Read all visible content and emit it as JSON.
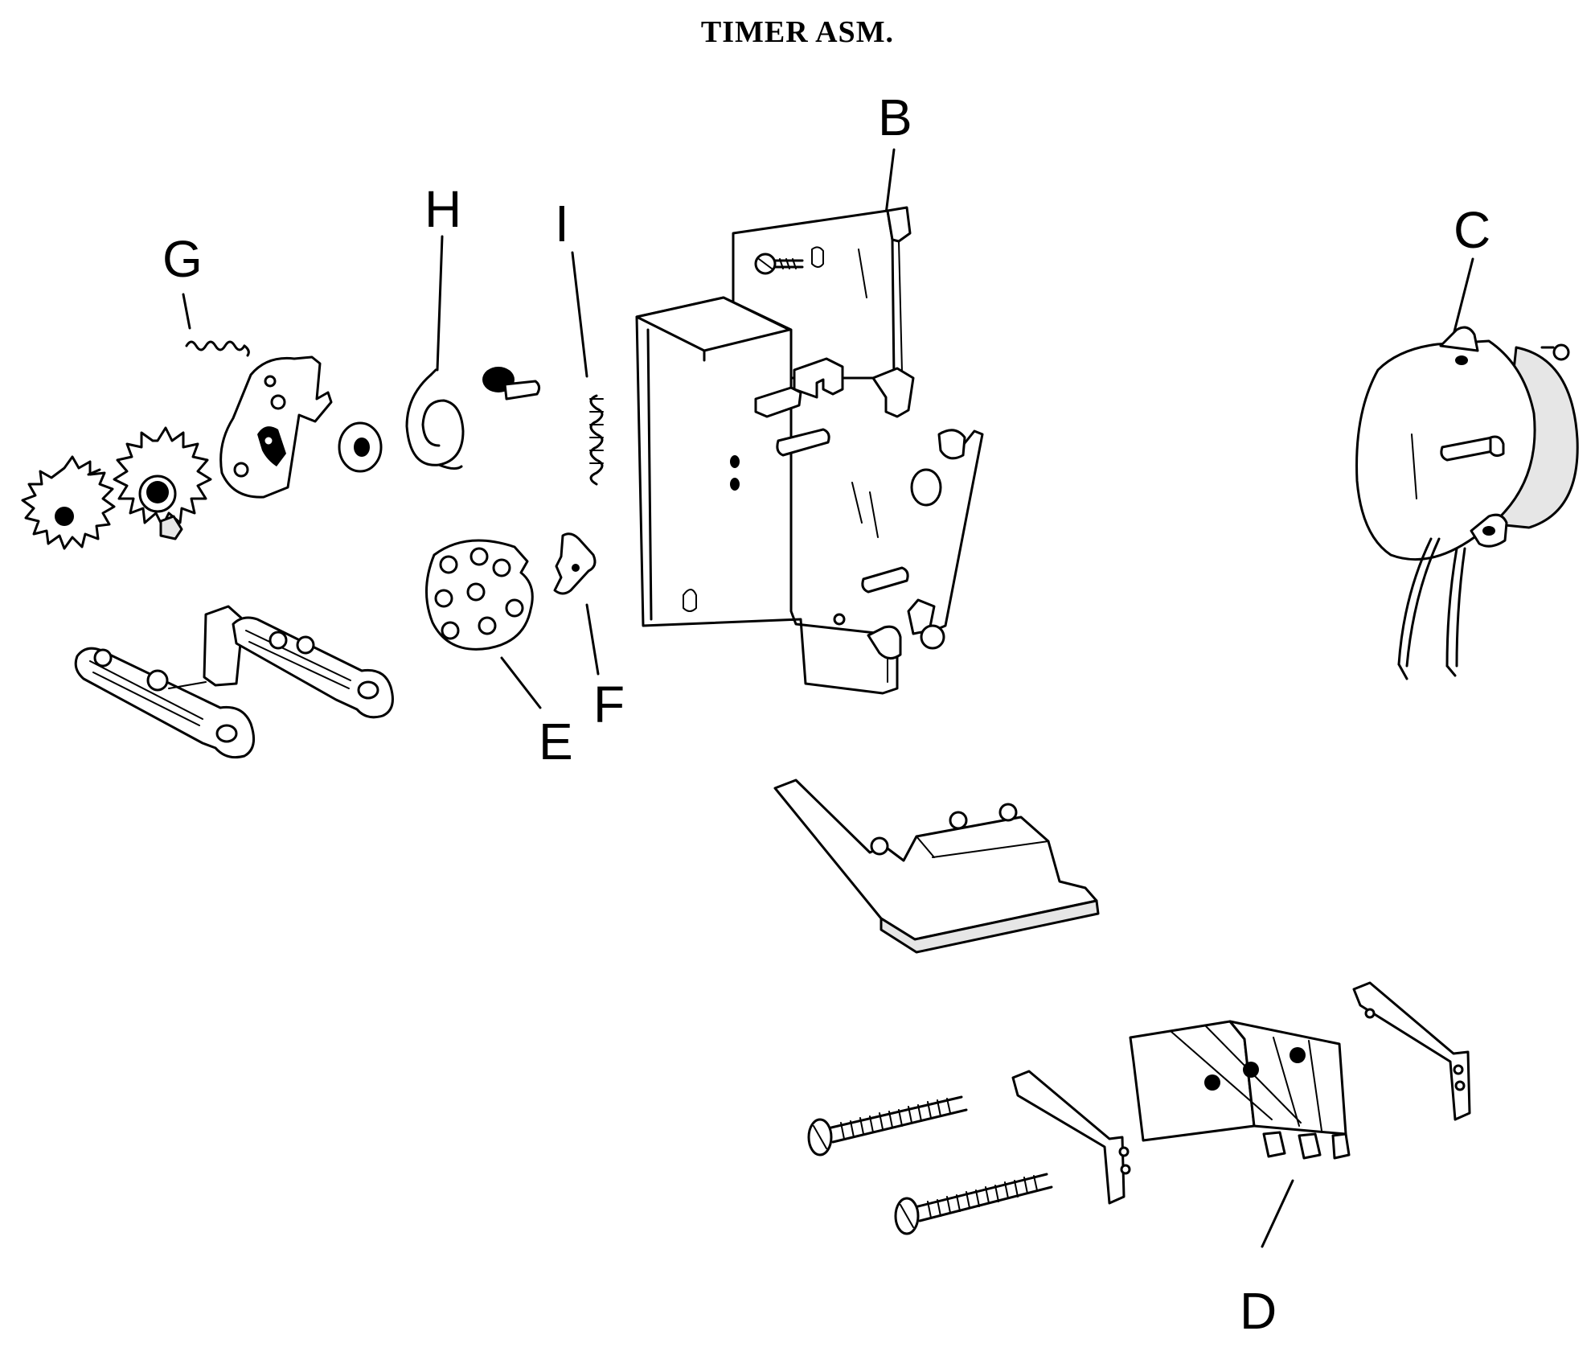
{
  "title": "TIMER ASM.",
  "callouts": {
    "b": "B",
    "c": "C",
    "d": "D",
    "e": "E",
    "f": "F",
    "g": "G",
    "h": "H",
    "i": "I"
  }
}
